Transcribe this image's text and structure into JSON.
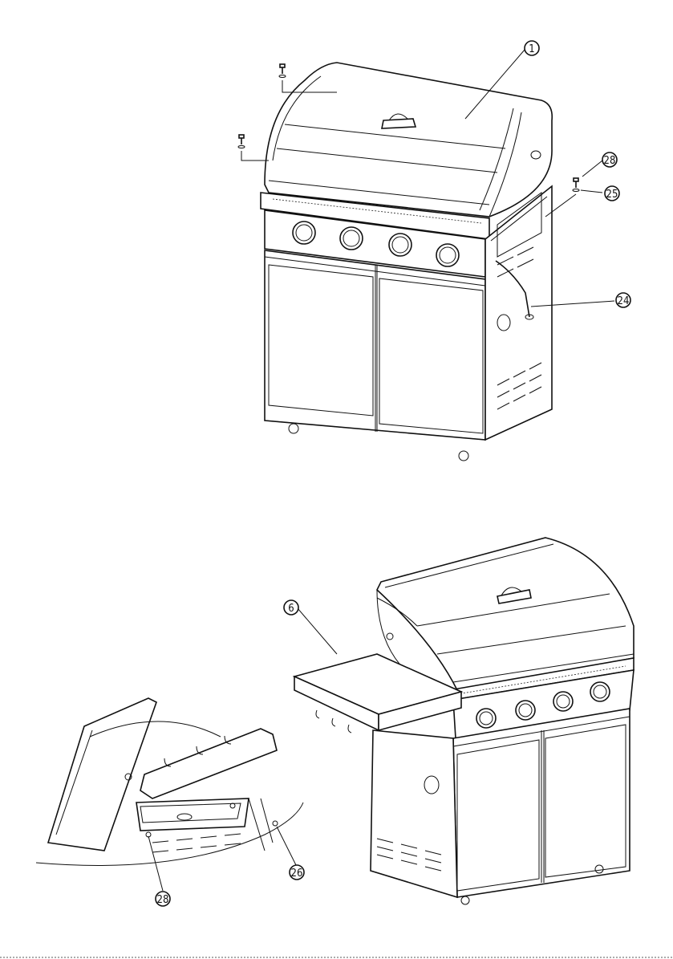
{
  "callouts": {
    "c1": "1",
    "c28a": "28",
    "c25": "25",
    "c24": "24",
    "c6": "6",
    "c28b": "28",
    "c26": "26"
  }
}
